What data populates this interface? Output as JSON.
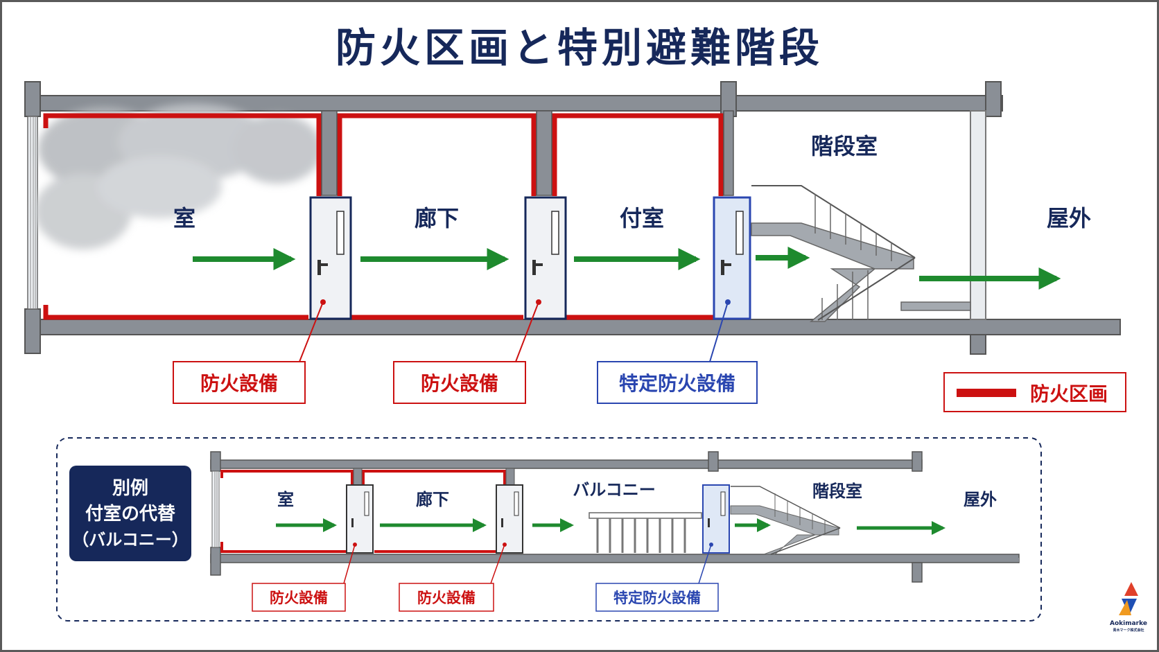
{
  "title": "防火区画と特別避難階段",
  "main": {
    "rooms": [
      "室",
      "廊下",
      "付室",
      "階段室",
      "屋外"
    ],
    "callouts": [
      "防火設備",
      "防火設備",
      "特定防火設備"
    ],
    "legend": "防火区画"
  },
  "alt": {
    "badge": [
      "別例",
      "付室の代替",
      "（バルコニー）"
    ],
    "rooms": [
      "室",
      "廊下",
      "バルコニー",
      "階段室",
      "屋外"
    ],
    "callouts": [
      "防火設備",
      "防火設備",
      "特定防火設備"
    ]
  },
  "logo": {
    "name": "Aokimarke",
    "sub": "青木マーク株式会社"
  },
  "colors": {
    "fire_compartment": "#cc1111",
    "arrow": "#1e8a2e",
    "navy": "#16285a",
    "wall": "#8a8f96",
    "special_door": "#2a46b0"
  }
}
